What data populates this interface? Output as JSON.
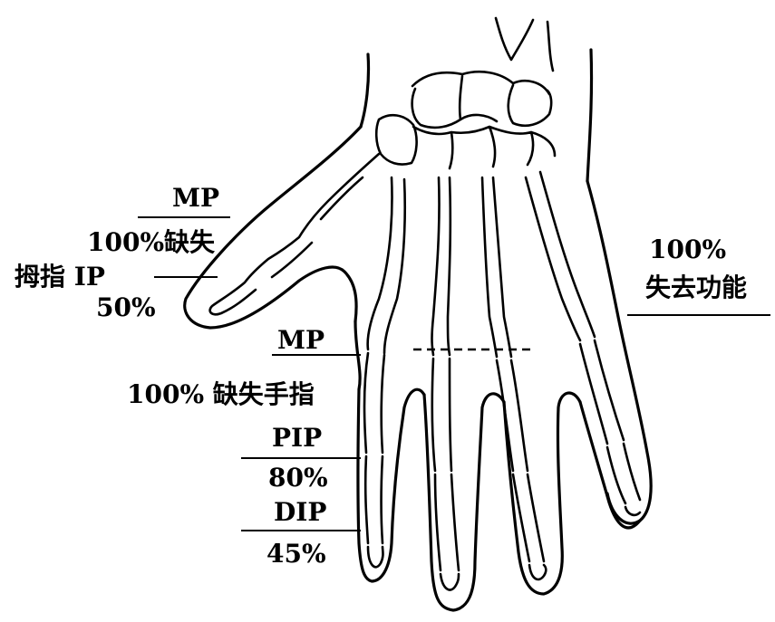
{
  "labels": {
    "thumb_mp": "MP",
    "thumb_mp_loss": "100%缺失",
    "thumb_ip": "拇指 IP",
    "thumb_ip_value": "50%",
    "hand_loss_value": "100%",
    "hand_loss_text": "失去功能",
    "finger_mp": "MP",
    "finger_mp_loss": "100% 缺失手指",
    "pip": "PIP",
    "pip_value": "80%",
    "dip": "DIP",
    "dip_value": "45%"
  }
}
